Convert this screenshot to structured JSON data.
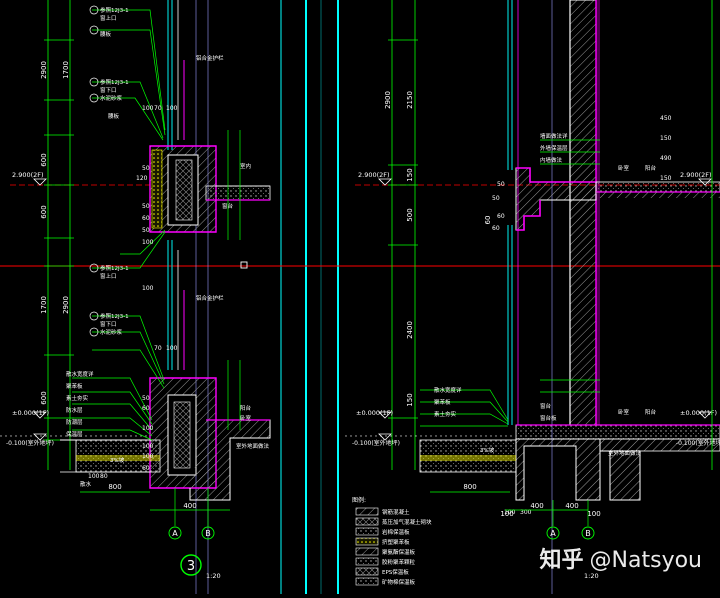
{
  "sheet": {
    "detail_number": "3",
    "scale_left": "1:20",
    "scale_right": "1:20"
  },
  "grid_axes": {
    "a": "A",
    "b": "B"
  },
  "levels": {
    "upper": "2.900(2F)",
    "ground": "±0.000(1F)",
    "exterior": "-0.100(室外地坪)"
  },
  "dimensions_left_vertical": [
    "2900",
    "1700",
    "600",
    "600",
    "1700",
    "2900",
    "600"
  ],
  "dimensions_left_small": [
    "100",
    "70",
    "100",
    "50",
    "120",
    "50",
    "60",
    "50",
    "100",
    "100",
    "70",
    "100",
    "50",
    "60",
    "100",
    "100",
    "100",
    "60",
    "80",
    "100"
  ],
  "dimensions_bottom_left": [
    "400",
    "800"
  ],
  "dimensions_bottom_right": [
    "100",
    "400",
    "400",
    "100",
    "800"
  ],
  "dimensions_right_vertical": [
    "2900",
    "2150",
    "150",
    "500",
    "60",
    "2400",
    "150"
  ],
  "dimensions_right_small": [
    "50",
    "60",
    "50",
    "60",
    "450",
    "150",
    "490",
    "150",
    "100",
    "300"
  ],
  "notes_left": [
    "参照12J3-1",
    "窗上口",
    "腰板",
    "参照12J3-1",
    "窗下口",
    "水泥砂浆",
    "腰板",
    "参照12J3-1",
    "窗上口",
    "参照12J3-1",
    "窗下口",
    "水泥砂浆",
    "铝合金护栏",
    "铝合金护栏",
    "室外地面做法",
    "散水宽度详",
    "聚苯板",
    "素土夯实",
    "3%坡",
    "防水层",
    "防潮层",
    "保温层",
    "室内",
    "散水",
    "窗台",
    "卧室",
    "阳台"
  ],
  "notes_right": [
    "卧室",
    "阳台",
    "窗台",
    "墙面做法详",
    "外墙保温层",
    "内墙做法",
    "窗台板",
    "室外地面做法",
    "散水宽度详",
    "聚苯板",
    "素土夯实",
    "3%坡",
    "卧室",
    "阳台"
  ],
  "legend": {
    "title": "图例:",
    "items": [
      "钢筋混凝土",
      "蒸压加气混凝土砌块",
      "岩棉保温板",
      "挤塑聚苯板",
      "聚氨酯保温板",
      "胶粉聚苯颗粒",
      "EPS保温板",
      "矿物棉保温板"
    ]
  },
  "watermark": {
    "logo": "知乎",
    "handle": "@Natsyou"
  },
  "colors": {
    "background": "#000000",
    "frame_cyan": "#00ffff",
    "dimension_green": "#00ff00",
    "wall_white": "#ffffff",
    "insulation_magenta": "#ff00ff",
    "axis_red": "#ff0000",
    "fill_yellow": "#ffff00",
    "glass_cyan": "#00c8c8",
    "hatch_grey": "#9a9a9a"
  }
}
